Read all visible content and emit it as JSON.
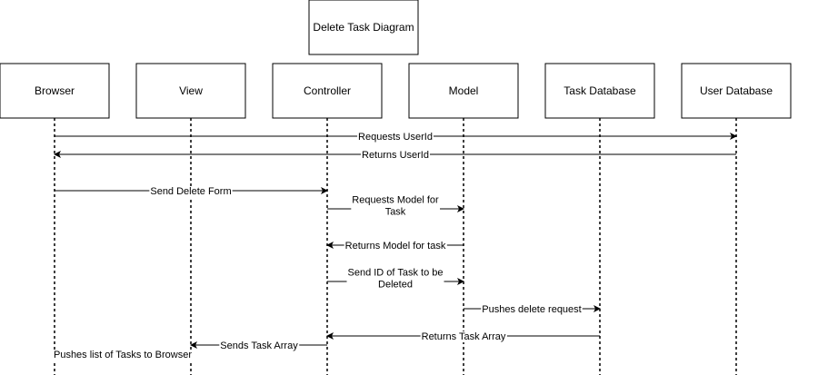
{
  "title": "Delete Task Diagram",
  "participants": [
    {
      "id": "browser",
      "label": "Browser"
    },
    {
      "id": "view",
      "label": "View"
    },
    {
      "id": "controller",
      "label": "Controller"
    },
    {
      "id": "model",
      "label": "Model"
    },
    {
      "id": "task_db",
      "label": "Task Database"
    },
    {
      "id": "user_db",
      "label": "User Database"
    }
  ],
  "messages": [
    {
      "from": "browser",
      "to": "user_db",
      "lines": [
        "Requests UserId"
      ]
    },
    {
      "from": "user_db",
      "to": "browser",
      "lines": [
        "Returns UserId"
      ]
    },
    {
      "from": "browser",
      "to": "controller",
      "lines": [
        "Send Delete Form"
      ]
    },
    {
      "from": "controller",
      "to": "model",
      "lines": [
        "Requests Model for",
        "Task"
      ]
    },
    {
      "from": "model",
      "to": "controller",
      "lines": [
        "Returns Model for task"
      ]
    },
    {
      "from": "controller",
      "to": "model",
      "lines": [
        "Send ID of Task to be",
        "Deleted"
      ]
    },
    {
      "from": "model",
      "to": "task_db",
      "lines": [
        "Pushes delete request"
      ]
    },
    {
      "from": "task_db",
      "to": "controller",
      "lines": [
        "Returns Task Array"
      ]
    },
    {
      "from": "controller",
      "to": "view",
      "lines": [
        "Sends Task Array"
      ]
    },
    {
      "from": "view",
      "to": "browser",
      "lines": [
        "Pushes list of Tasks to Browser"
      ]
    }
  ]
}
